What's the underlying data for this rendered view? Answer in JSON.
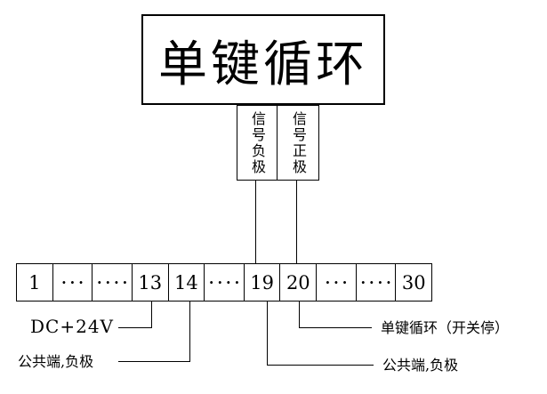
{
  "title_box": {
    "label": "单键循环"
  },
  "signal_boxes": {
    "negative": {
      "label": "信号负极"
    },
    "positive": {
      "label": "信号正极"
    }
  },
  "terminal_strip": {
    "cells": [
      "1",
      "···",
      "····",
      "13",
      "14",
      "····",
      "19",
      "20",
      "···",
      "····",
      "30"
    ]
  },
  "annotations": {
    "power": "DC+24V",
    "common_left": "公共端,负极",
    "single_key_cycle": "单键循环（开关停）",
    "common_right": "公共端,负极"
  },
  "colors": {
    "line": "#000000",
    "background": "#ffffff"
  }
}
